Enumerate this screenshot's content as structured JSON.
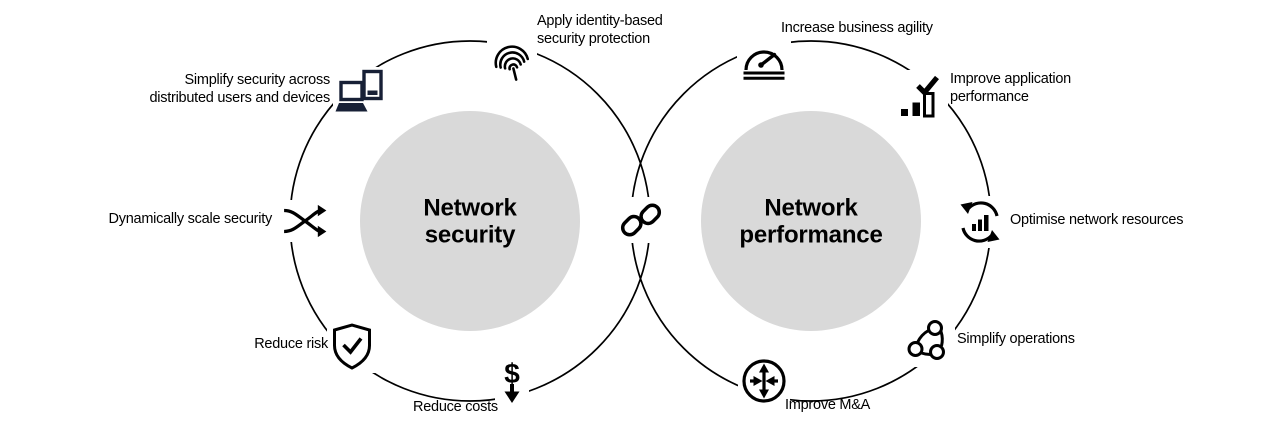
{
  "colors": {
    "background": "#ffffff",
    "ring": "#000000",
    "circle_fill": "#d9d9d9",
    "icon": "#000000",
    "devices_icon": "#172036",
    "text": "#000000"
  },
  "diagram": {
    "left": {
      "title": [
        "Network",
        "security"
      ]
    },
    "right": {
      "title": [
        "Network",
        "performance"
      ]
    }
  },
  "labels": {
    "apply_identity": {
      "line1": "Apply identity-based",
      "line2": "security protection"
    },
    "simplify_security": {
      "line1": "Simplify security across",
      "line2": "distributed users and devices"
    },
    "dynamically_scale": {
      "text": "Dynamically scale security"
    },
    "reduce_risk": {
      "text": "Reduce risk"
    },
    "reduce_costs": {
      "text": "Reduce costs"
    },
    "increase_agility": {
      "text": "Increase business agility"
    },
    "improve_app": {
      "line1": "Improve application",
      "line2": "performance"
    },
    "optimise_resources": {
      "text": "Optimise network resources"
    },
    "simplify_operations": {
      "text": "Simplify operations"
    },
    "improve_ma": {
      "text": "Improve M&A"
    }
  },
  "icons": {
    "center": "link-icon",
    "security_top": "fingerprint-icon",
    "security_top_left": "distributed-devices-icon",
    "security_left": "shuffle-arrows-icon",
    "security_bottom_left": "shield-check-icon",
    "security_bottom": "dollar-down-icon",
    "performance_top": "gauge-icon",
    "performance_top_right": "check-bars-icon",
    "performance_right": "cycle-bars-icon",
    "performance_bottom_right": "connected-nodes-icon",
    "performance_bottom": "router-arrows-icon"
  }
}
